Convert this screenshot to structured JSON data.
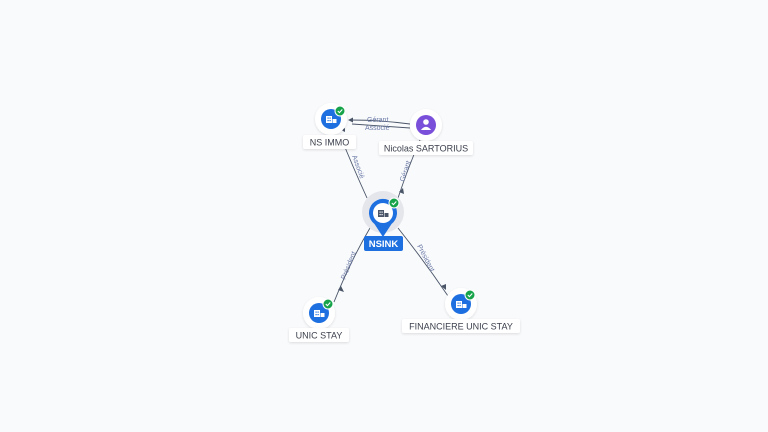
{
  "colors": {
    "company": "#1e6fe0",
    "person": "#7a4fd9",
    "check": "#16a34a",
    "edge": "#4a5568",
    "edge_label": "#6b7aa6",
    "center_tag": "#1e6fe0"
  },
  "nodes": {
    "center": {
      "label": "NSINK",
      "icon": "building-icon"
    },
    "ns_immo": {
      "label": "NS IMMO",
      "icon": "building-icon"
    },
    "nicolas": {
      "label": "Nicolas SARTORIUS",
      "icon": "person-icon"
    },
    "unic_stay": {
      "label": "UNIC STAY",
      "icon": "building-icon"
    },
    "financiere": {
      "label": "FINANCIERE UNIC STAY",
      "icon": "building-icon"
    }
  },
  "edges": {
    "nicolas_ns_gerant": "Gérant",
    "nicolas_ns_associe": "Associé",
    "ns_center_associe": "Associé",
    "nicolas_center_gerant": "Gérant",
    "center_unic_president": "Président",
    "center_fin_president": "Président"
  }
}
